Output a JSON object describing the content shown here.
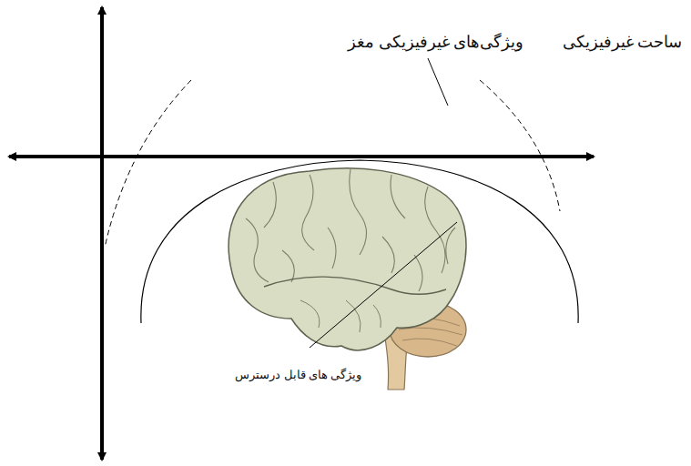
{
  "diagram": {
    "labels": [
      "ساحت غیرفیزیکی",
      "ویژگی‌های غیرفیزیکی مغز",
      "ویژگی های قابل درسترس"
    ]
  }
}
